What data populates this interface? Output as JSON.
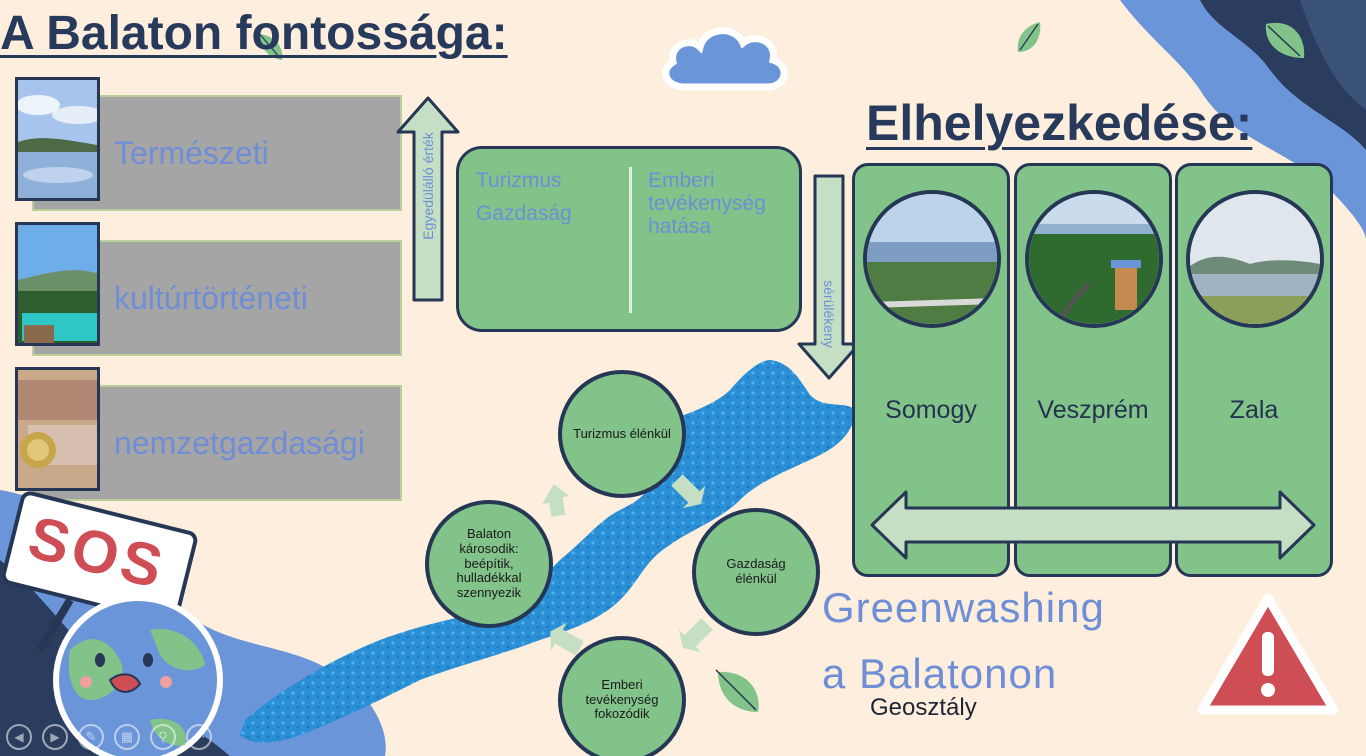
{
  "title": "A Balaton fontossága:",
  "categories": [
    {
      "label": "Természeti"
    },
    {
      "label": "kultúrtörténeti"
    },
    {
      "label": "nemzetgazdasági"
    }
  ],
  "arrow_up_label": "Egyedülálló érték",
  "arrow_down_label": "sérülékeny",
  "green_panel": {
    "left_items": [
      "Turizmus",
      "Gazdaság"
    ],
    "right_line1": "Emberi",
    "right_line2": "tevékenység",
    "right_line3": "hatása"
  },
  "location": {
    "title": "Elhelyezkedése:",
    "counties": [
      "Somogy",
      "Veszprém",
      "Zala"
    ]
  },
  "cycle": {
    "top": "Turizmus élénkül",
    "right": "Gazdaság élénkül",
    "bottom": "Emberi tevékenység fokozódik",
    "left": "Balaton károsodik: beépítik, hulladékkal szennyezik"
  },
  "sign_text": "SOS",
  "footer": {
    "line1": "Greenwashing",
    "line2": "a Balatonon",
    "subtitle": "Geosztály"
  },
  "colors": {
    "navy": "#263655",
    "green": "#82c38a",
    "blue_text": "#6f8ed6",
    "background": "#fdeedd",
    "gray_box": "#a5a5a5",
    "warning_red": "#cf4d55"
  }
}
